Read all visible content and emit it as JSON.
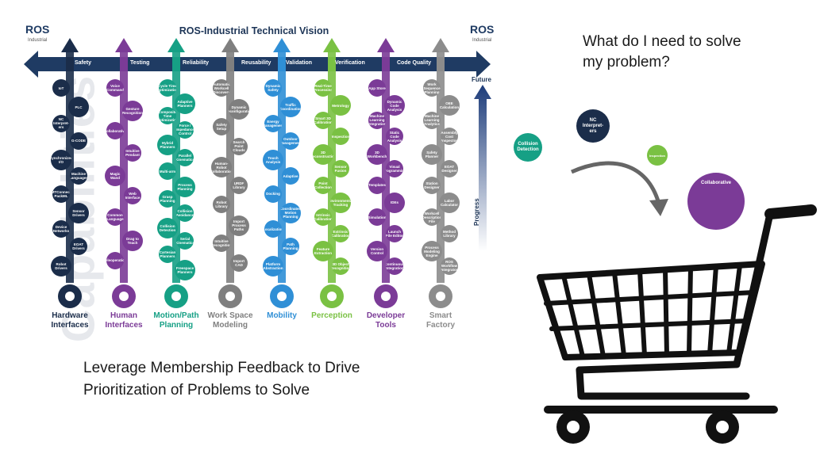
{
  "title": "ROS-Industrial Technical Vision",
  "logo": {
    "text": "ROS",
    "sub": "Industrial"
  },
  "side_label": "Capabilities",
  "categories": [
    "Safety",
    "Testing",
    "Reliability",
    "Reusability",
    "Validation",
    "Verification",
    "Code Quality"
  ],
  "axis": {
    "future": "Future",
    "progress": "Progress"
  },
  "columns": [
    {
      "label": "Hardware\nInterfaces",
      "color": "#1b2d4a",
      "items": [
        "IoT",
        "PLC",
        "NC Interpret-ers",
        "G-CODE",
        "Synchronized I/O",
        "Machine Languages",
        "MTConnect PackML",
        "Sensor Drivers",
        "Device Networks",
        "EOAT Drivers",
        "Robot Drivers"
      ]
    },
    {
      "label": "Human\nInterfaces",
      "color": "#7b3b97",
      "items": [
        "Voice Command",
        "Gesture Recognition",
        "Collaborative",
        "Intuitive Pendant",
        "Magic Wand",
        "Web Interface",
        "Common Language",
        "Drag to Teach",
        "Teleoperation"
      ]
    },
    {
      "label": "Motion/Path\nPlanning",
      "color": "#16a085",
      "items": [
        "Cycle Time Optimization",
        "Adaptive Planners",
        "Composite Time Optimization",
        "Force / Impedance Control",
        "Hybrid Planners",
        "Parallel Kinematics",
        "Multi-arm",
        "Process Planning",
        "Grasp Planning",
        "Collision Avoidance",
        "Collision Detection",
        "Serial Kinematics",
        "Cartesian Planners",
        "Freespace Planners"
      ]
    },
    {
      "label": "Work Space\nModeling",
      "color": "#7f7f7f",
      "items": [
        "Automatic Workcell Discovery",
        "Dynamic Reconfiguration",
        "Safety Setup",
        "Search Point Clouds",
        "Human-Robot Collaboration",
        "URDF Library",
        "Robot Library",
        "Import Process Paths",
        "Intuitive Recognition",
        "Import CAD"
      ]
    },
    {
      "label": "Mobility",
      "color": "#2f8fd6",
      "items": [
        "Dynamic Safety",
        "Traffic Coordination",
        "Energy Management",
        "Outdoor Management",
        "Touch Analysis",
        "Adaptive",
        "Docking",
        "Coordinated Motion Planning",
        "Localization",
        "Path Planning",
        "Platform Abstraction"
      ]
    },
    {
      "label": "Perception",
      "color": "#7ac143",
      "items": [
        "Real-Time Processing",
        "Metrology",
        "Smart 3D Calibration",
        "Inspection",
        "3D Reconstruction",
        "Sensor Fusion",
        "Point Collection",
        "Environmental Tracking",
        "Intrinsic Calibration",
        "Extrinsic Calibration",
        "Feature Extraction",
        "3D Object Recognition"
      ]
    },
    {
      "label": "Developer\nTools",
      "color": "#7b3b97",
      "items": [
        "App Store",
        "Dynamic Code Analysis",
        "Machine Learning Integration",
        "Static Code Analysis",
        "3D Workbench",
        "Visual Programming",
        "Templates",
        "IDEs",
        "Simulation",
        "Launch File Editor",
        "Version Control",
        "Continuous Integration"
      ]
    },
    {
      "label": "Smart\nFactory",
      "color": "#8c8c8c",
      "items": [
        "Work Sequence Planning",
        "OEE Calculation",
        "Machine Learning Analytics",
        "Assembly Cost Inspector",
        "Safety Planner",
        "EOAT Designer",
        "Station Designer",
        "Labor Calculator",
        "Workcell Description File",
        "Method Library",
        "Process Modeling Engine",
        "ROS Workflow Integrator"
      ]
    }
  ],
  "question": "What do I need to solve\nmy problem?",
  "caption": "Leverage Membership Feedback to Drive\nPrioritization of Problems to Solve",
  "floating_items": [
    {
      "label": "Collision\nDetection",
      "color": "#16a085"
    },
    {
      "label": "NC\nInterpret-\ners",
      "color": "#1b2d4a"
    },
    {
      "label": "Inspection",
      "color": "#7ac143"
    },
    {
      "label": "Collaborative",
      "color": "#7b3b97"
    }
  ],
  "colors": {
    "navy": "#1b2d4a",
    "purple": "#7b3b97",
    "teal": "#16a085",
    "grey": "#7f7f7f",
    "blue": "#2f8fd6",
    "green": "#7ac143",
    "cart": "#111111"
  }
}
